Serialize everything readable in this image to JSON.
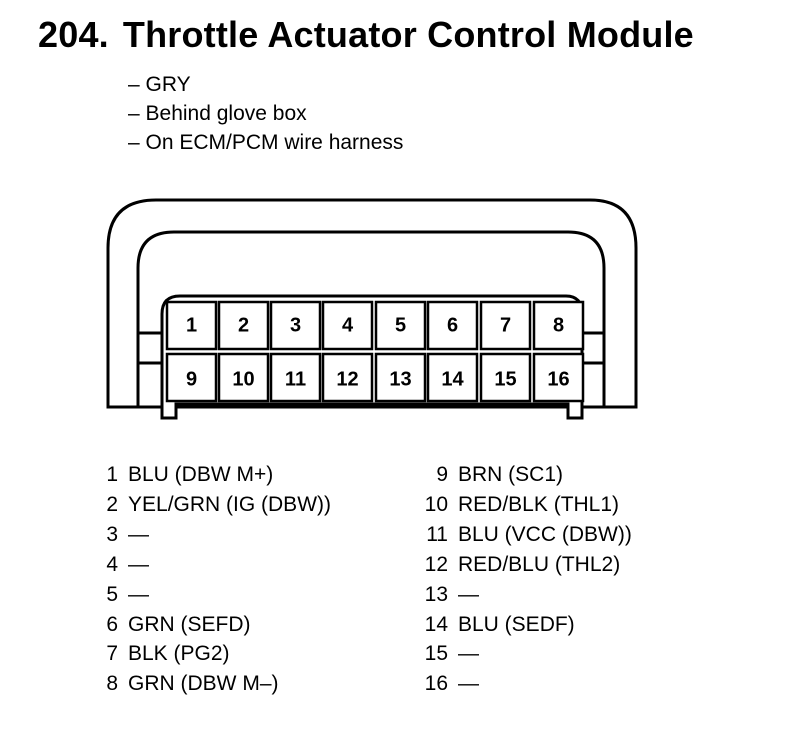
{
  "header": {
    "number": "204.",
    "title": "Throttle Actuator Control Module"
  },
  "notes": [
    "– GRY",
    "– Behind glove box",
    "– On ECM/PCM wire harness"
  ],
  "connector": {
    "top_row": [
      "1",
      "2",
      "3",
      "4",
      "5",
      "6",
      "7",
      "8"
    ],
    "bottom_row": [
      "9",
      "10",
      "11",
      "12",
      "13",
      "14",
      "15",
      "16"
    ]
  },
  "pinout": {
    "left": [
      {
        "num": "1",
        "desc": "BLU (DBW M+)"
      },
      {
        "num": "2",
        "desc": "YEL/GRN (IG (DBW))"
      },
      {
        "num": "3",
        "desc": "—"
      },
      {
        "num": "4",
        "desc": "—"
      },
      {
        "num": "5",
        "desc": "—"
      },
      {
        "num": "6",
        "desc": "GRN (SEFD)"
      },
      {
        "num": "7",
        "desc": "BLK (PG2)"
      },
      {
        "num": "8",
        "desc": "GRN (DBW M–)"
      }
    ],
    "right": [
      {
        "num": "9",
        "desc": "BRN (SC1)"
      },
      {
        "num": "10",
        "desc": "RED/BLK (THL1)"
      },
      {
        "num": "11",
        "desc": "BLU (VCC (DBW))"
      },
      {
        "num": "12",
        "desc": "RED/BLU (THL2)"
      },
      {
        "num": "13",
        "desc": "—"
      },
      {
        "num": "14",
        "desc": "BLU (SEDF)"
      },
      {
        "num": "15",
        "desc": "—"
      },
      {
        "num": "16",
        "desc": "—"
      }
    ]
  }
}
